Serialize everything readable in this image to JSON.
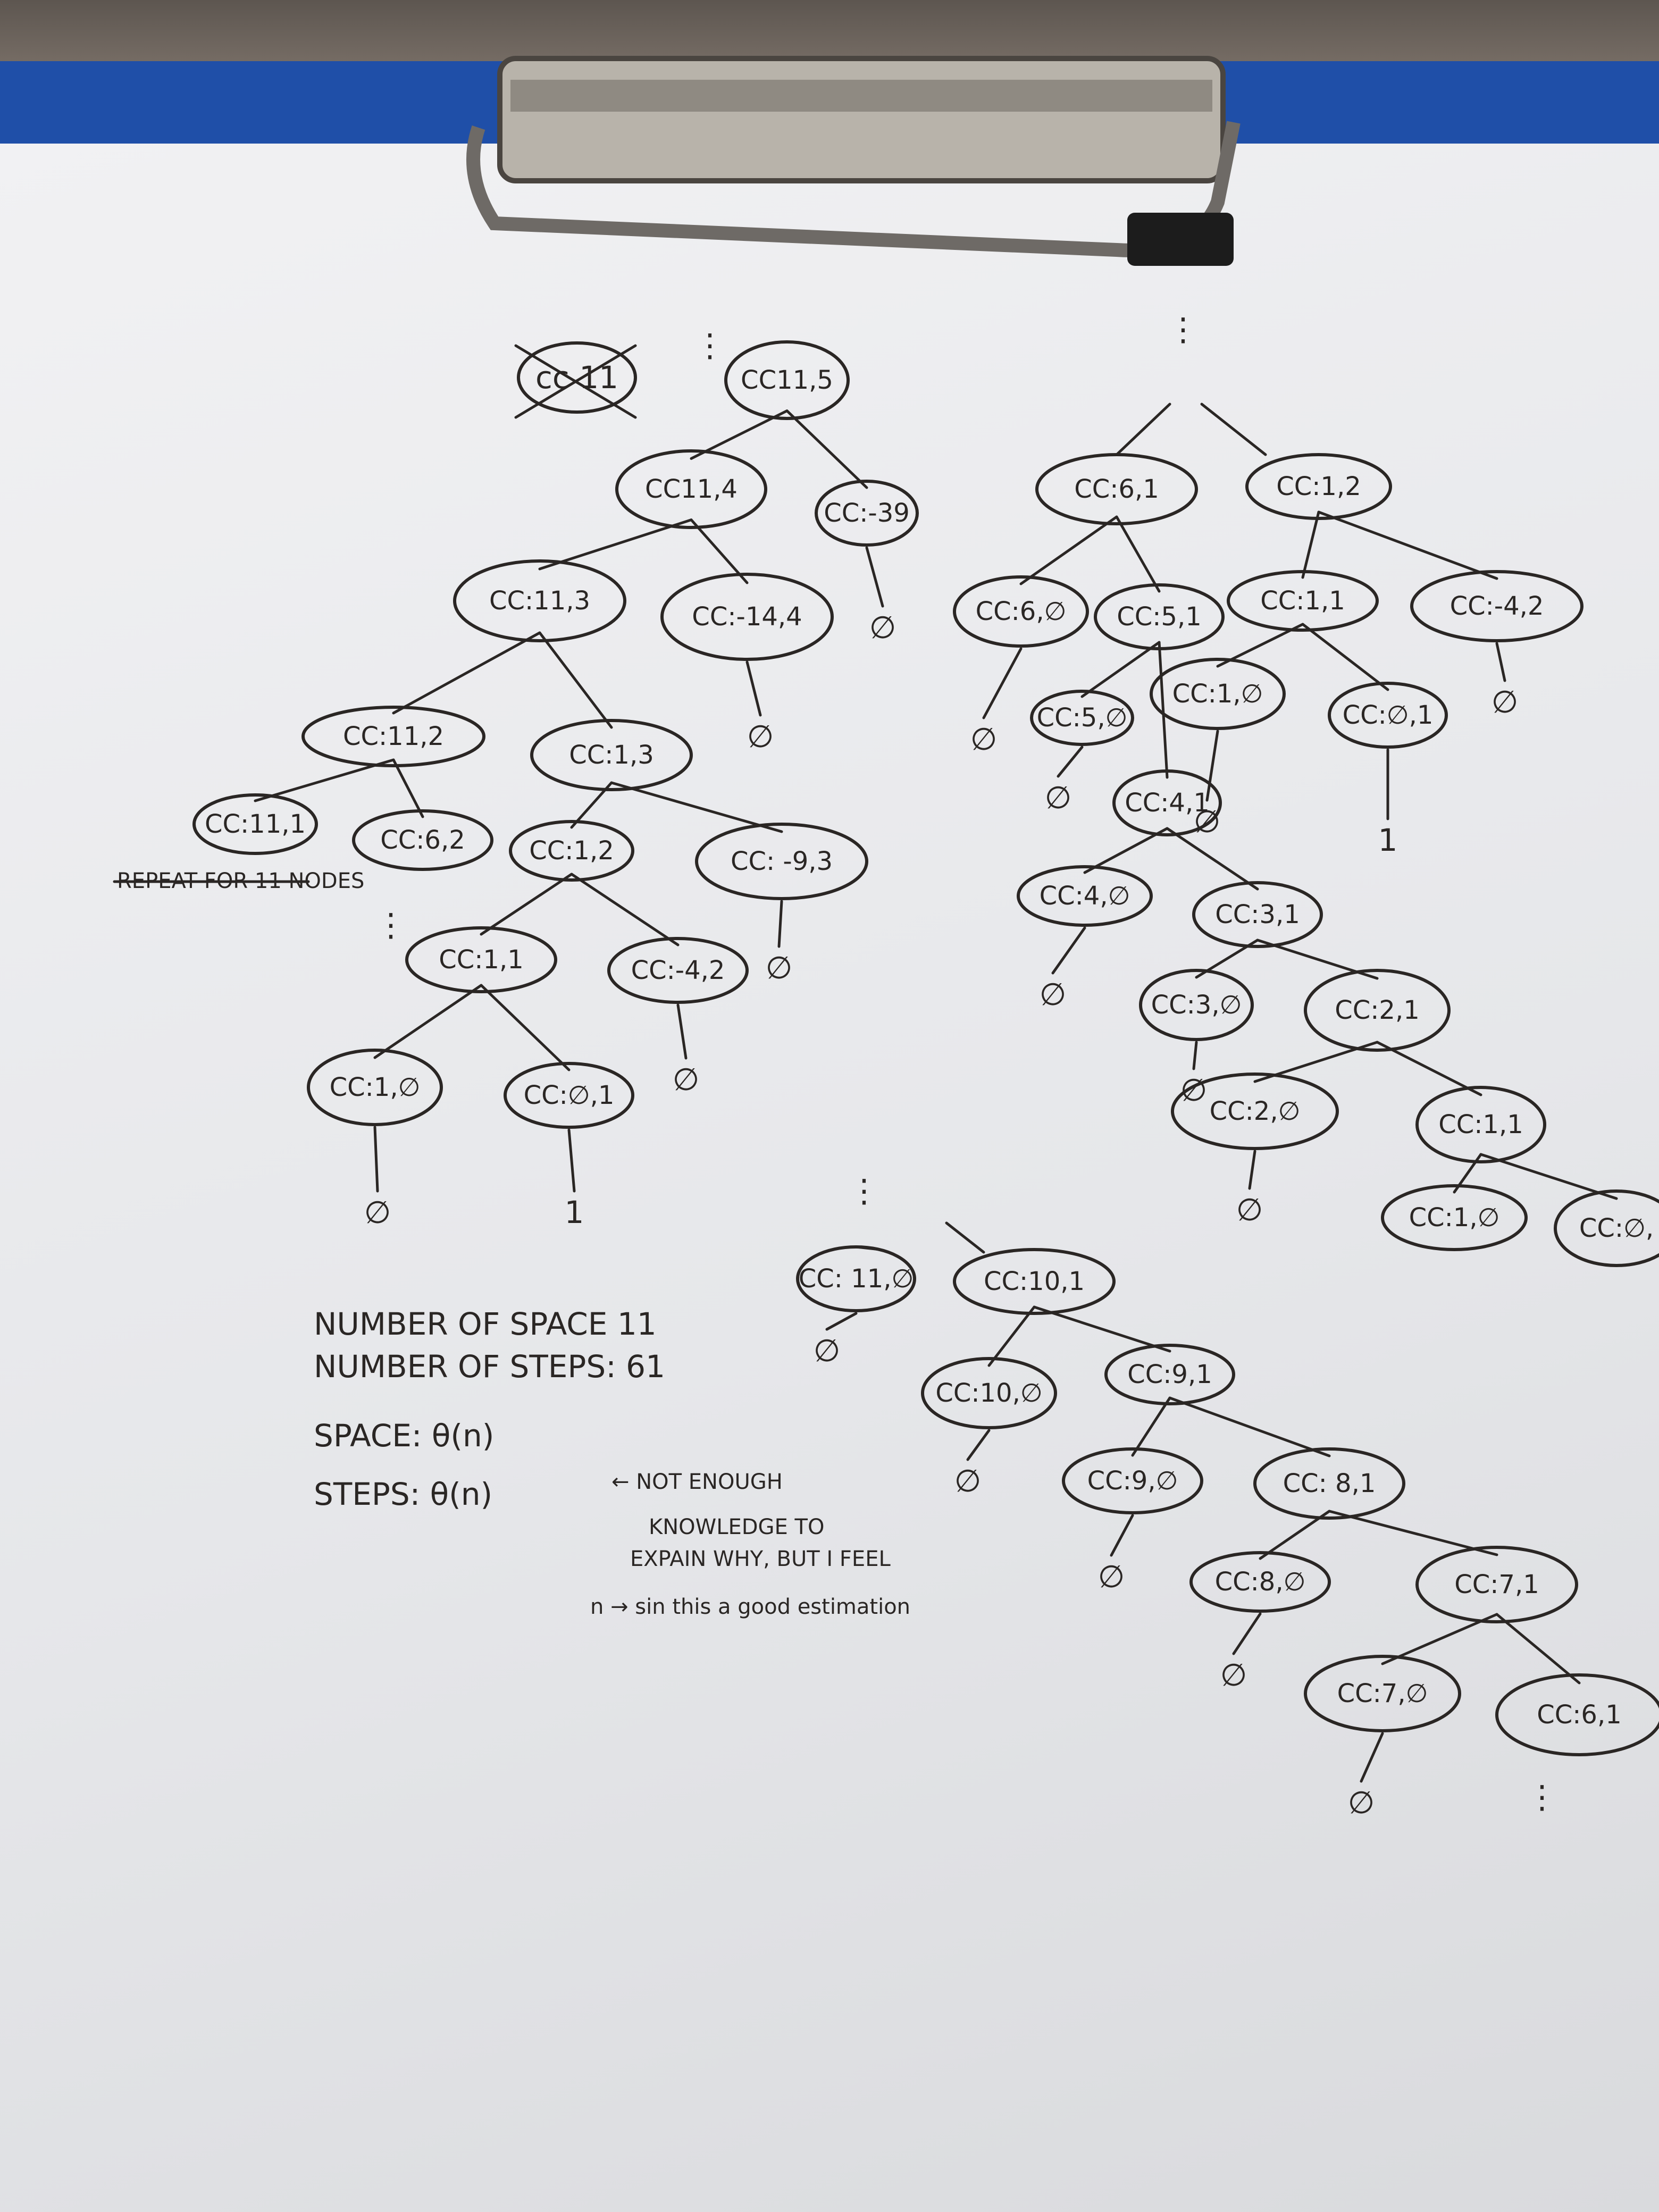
{
  "colors": {
    "ink": "#2a2624",
    "paper": "#ececee",
    "board": "#1f4fa8"
  },
  "struck_labels": {
    "crossed_node": "cc 11",
    "repeat_note": "REPEAT FOR 11 NODES"
  },
  "nodes": [
    {
      "id": "root",
      "label": "CC11,5"
    },
    {
      "id": "n_11_4",
      "label": "CC11,4"
    },
    {
      "id": "n_m39",
      "label": "CC:-39"
    },
    {
      "id": "n_11_3",
      "label": "CC:11,3"
    },
    {
      "id": "n_m14_4",
      "label": "CC:-14,4"
    },
    {
      "id": "n_11_2",
      "label": "CC:11,2"
    },
    {
      "id": "n_1_3",
      "label": "CC:1,3"
    },
    {
      "id": "n_11_1",
      "label": "CC:11,1"
    },
    {
      "id": "n_6_2",
      "label": "CC:6,2"
    },
    {
      "id": "n_1_2a",
      "label": "CC:1,2"
    },
    {
      "id": "n_m9_3",
      "label": "CC: -9,3"
    },
    {
      "id": "n_1_1a",
      "label": "CC:1,1"
    },
    {
      "id": "n_m4_2a",
      "label": "CC:-4,2"
    },
    {
      "id": "n_1_0a",
      "label": "CC:1,∅"
    },
    {
      "id": "n_0_1a",
      "label": "CC:∅,1"
    },
    {
      "id": "r_6_1",
      "label": "CC:6,1"
    },
    {
      "id": "r_1_2",
      "label": "CC:1,2"
    },
    {
      "id": "r_6_0",
      "label": "CC:6,∅"
    },
    {
      "id": "r_5_1",
      "label": "CC:5,1"
    },
    {
      "id": "r_1_1",
      "label": "CC:1,1"
    },
    {
      "id": "r_m4_2",
      "label": "CC:-4,2"
    },
    {
      "id": "r_5_0",
      "label": "CC:5,∅"
    },
    {
      "id": "r_1_0",
      "label": "CC:1,∅"
    },
    {
      "id": "r_0_1",
      "label": "CC:∅,1"
    },
    {
      "id": "r_4_1",
      "label": "CC:4,1"
    },
    {
      "id": "r_4_0",
      "label": "CC:4,∅"
    },
    {
      "id": "r_3_1",
      "label": "CC:3,1"
    },
    {
      "id": "r_3_0",
      "label": "CC:3,∅"
    },
    {
      "id": "r_2_1",
      "label": "CC:2,1"
    },
    {
      "id": "r_2_0",
      "label": "CC:2,∅"
    },
    {
      "id": "r_1_1b",
      "label": "CC:1,1"
    },
    {
      "id": "r_1_0b",
      "label": "CC:1,∅"
    },
    {
      "id": "r_0_x",
      "label": "CC:∅,"
    },
    {
      "id": "b_11_0",
      "label": "CC: 11,∅"
    },
    {
      "id": "b_10_1",
      "label": "CC:10,1"
    },
    {
      "id": "b_10_0",
      "label": "CC:10,∅"
    },
    {
      "id": "b_9_1",
      "label": "CC:9,1"
    },
    {
      "id": "b_9_0",
      "label": "CC:9,∅"
    },
    {
      "id": "b_8_1",
      "label": "CC: 8,1"
    },
    {
      "id": "b_8_0",
      "label": "CC:8,∅"
    },
    {
      "id": "b_7_1",
      "label": "CC:7,1"
    },
    {
      "id": "b_7_0",
      "label": "CC:7,∅"
    },
    {
      "id": "b_6_1",
      "label": "CC:6,1"
    }
  ],
  "leaf_symbols": {
    "empty": "∅",
    "one": "1"
  },
  "notes": {
    "line1": "NUMBER OF SPACE 11",
    "line2": "NUMBER OF STEPS: 61",
    "line3": "SPACE: θ(n)",
    "line4": "STEPS: θ(n)",
    "arrow_note_1": "← NOT ENOUGH",
    "arrow_note_2": "KNOWLEDGE TO",
    "arrow_note_3": "EXPAIN WHY, BUT I FEEL",
    "arrow_note_4": "n → sin this a good estimation"
  }
}
